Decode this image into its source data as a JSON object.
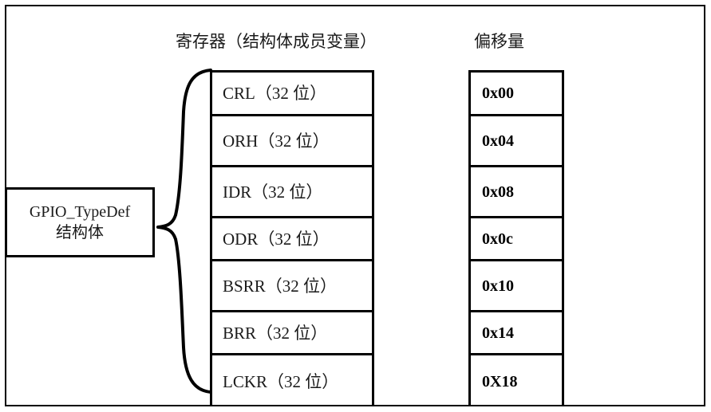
{
  "diagram": {
    "title_registers": "寄存器（结构体成员变量）",
    "title_offsets": "偏移量",
    "struct_box": {
      "name": "GPIO_TypeDef",
      "subtitle": "结构体"
    },
    "rows": [
      {
        "register": "CRL（32 位）",
        "offset": "0x00"
      },
      {
        "register": "ORH（32 位）",
        "offset": "0x04"
      },
      {
        "register": "IDR（32 位）",
        "offset": "0x08"
      },
      {
        "register": "ODR（32 位）",
        "offset": "0x0c"
      },
      {
        "register": "BSRR（32 位）",
        "offset": "0x10"
      },
      {
        "register": "BRR（32 位）",
        "offset": "0x14"
      },
      {
        "register": "LCKR（32 位）",
        "offset": "0X18"
      }
    ],
    "colors": {
      "line": "#000000",
      "text": "#1a1a1a",
      "background": "#ffffff"
    }
  }
}
